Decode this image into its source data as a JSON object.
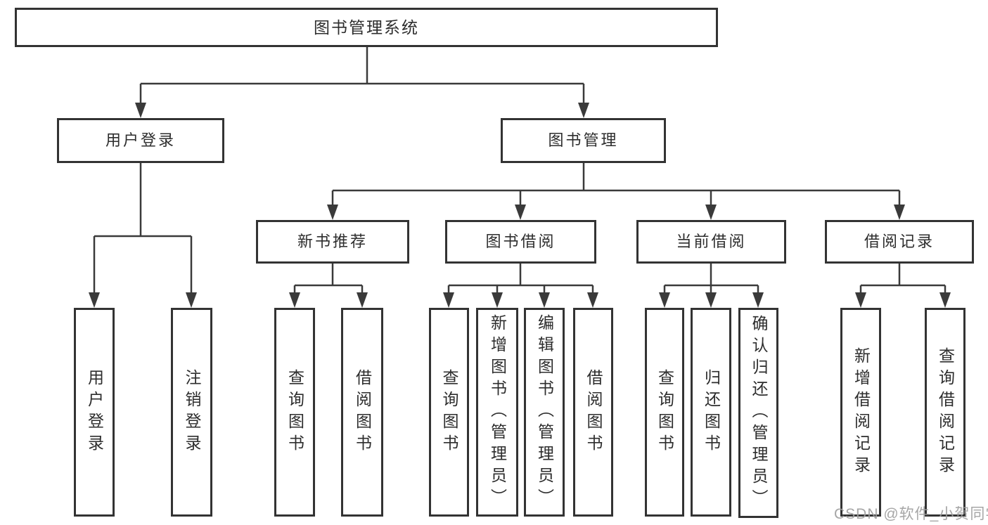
{
  "nodes": {
    "root": "图书管理系统",
    "user_login": "用户登录",
    "book_mgmt": "图书管理",
    "new_book_rec": "新书推荐",
    "book_borrow": "图书借阅",
    "current_borrow": "当前借阅",
    "borrow_records": "借阅记录",
    "ul_user_login": "用户登录",
    "ul_logout": "注销登录",
    "nbr_query_book": "查询图书",
    "nbr_borrow_book": "借阅图书",
    "bb_query_book": "查询图书",
    "bb_add_book": "新增图书（管理员）",
    "bb_edit_book": "编辑图书（管理员）",
    "bb_borrow_book": "借阅图书",
    "cb_query_book": "查询图书",
    "cb_return_book": "归还图书",
    "cb_confirm_return": "确认归还（管理员）",
    "br_add_record": "新增借阅记录",
    "br_query_record": "查询借阅记录"
  },
  "hierarchy": [
    {
      "parent": "图书管理系统",
      "children": [
        "用户登录",
        "图书管理"
      ]
    },
    {
      "parent": "用户登录",
      "children": [
        "用户登录",
        "注销登录"
      ]
    },
    {
      "parent": "图书管理",
      "children": [
        "新书推荐",
        "图书借阅",
        "当前借阅",
        "借阅记录"
      ]
    },
    {
      "parent": "新书推荐",
      "children": [
        "查询图书",
        "借阅图书"
      ]
    },
    {
      "parent": "图书借阅",
      "children": [
        "查询图书",
        "新增图书（管理员）",
        "编辑图书（管理员）",
        "借阅图书"
      ]
    },
    {
      "parent": "当前借阅",
      "children": [
        "查询图书",
        "归还图书",
        "确认归还（管理员）"
      ]
    },
    {
      "parent": "借阅记录",
      "children": [
        "新增借阅记录",
        "查询借阅记录"
      ]
    }
  ],
  "watermark": "CSDN @软件_小贺同学",
  "colors": {
    "line": "#3a3a3a",
    "box_border": "#333333",
    "text": "#2d2d2d",
    "watermark": "#9e9e9e",
    "background": "#ffffff"
  }
}
